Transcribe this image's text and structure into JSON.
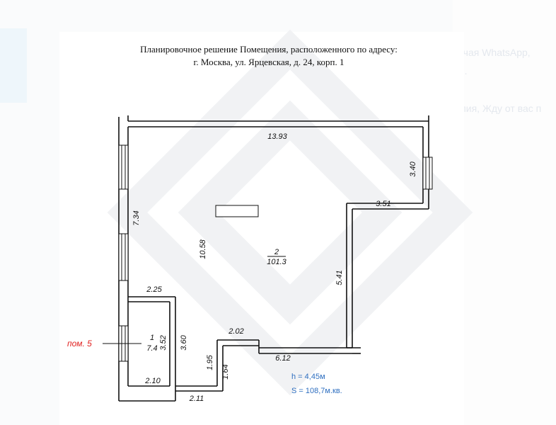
{
  "header": {
    "line1": "Планировочное решение Помещения, расположенного по адресу:",
    "line2": "г. Москва, ул. Ярцевская, д. 24, корп. 1"
  },
  "background": {
    "right_text_1": "ключая WhatsApp,",
    "right_text_2": "ее.",
    "right_text_3": "Элия, Жду от вас п"
  },
  "plan": {
    "dimensions": {
      "top_width": "13.93",
      "right_top_wall": "3.40",
      "right_step": "3.51",
      "right_lower": "5.41",
      "left_upper": "7.34",
      "inner_height": "10.58",
      "small_room_top": "2.25",
      "small_room_inner": "3.52",
      "small_room_height": "3.60",
      "bottom_step": "2.02",
      "bottom_right": "6.12",
      "step_vertical_1": "1.95",
      "step_vertical_2": "1.64",
      "bottom_left": "2.10",
      "bottom_mid": "2.11"
    },
    "rooms": [
      {
        "number": "2",
        "area": "101.3"
      },
      {
        "number": "1",
        "area": "7.4"
      }
    ],
    "pom_label": "пом. 5",
    "height_info": "h = 4,45м",
    "area_info": "S = 108,7м.кв."
  },
  "colors": {
    "pom_label": "#e0201f",
    "info_text": "#2f6fc0",
    "lines": "#111111"
  }
}
